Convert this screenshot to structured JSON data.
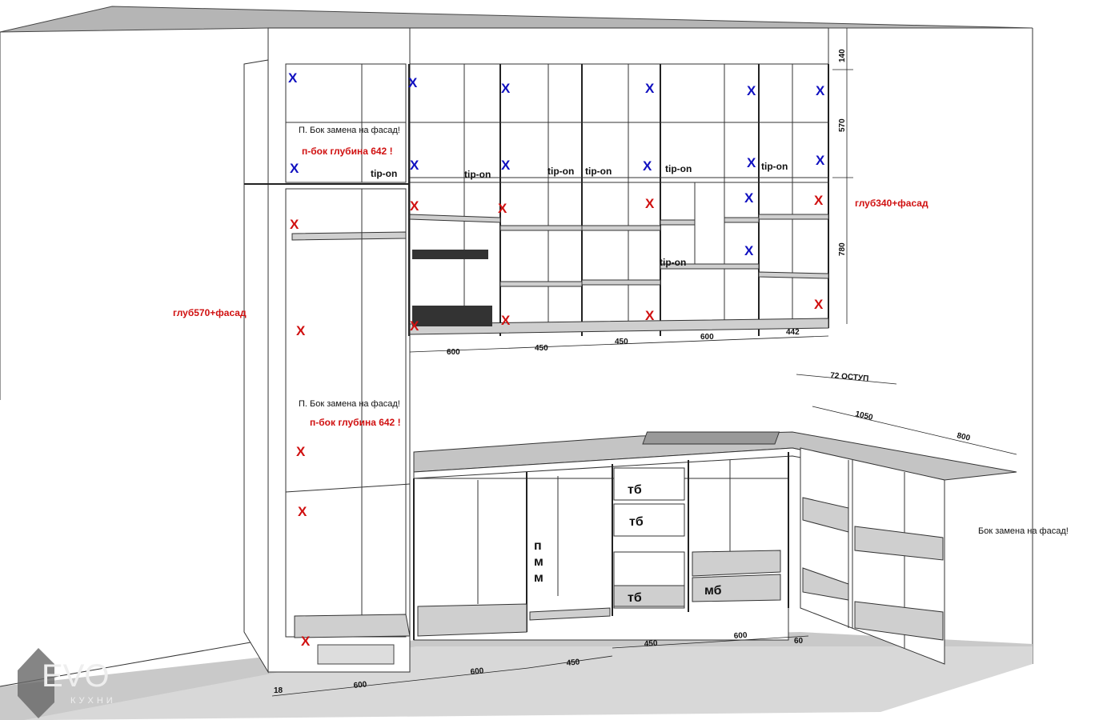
{
  "colors": {
    "blue_marker": "#1010c0",
    "red_marker": "#d01010",
    "surface": "#cfcfcf"
  },
  "markers": {
    "blue": "X",
    "red": "X"
  },
  "logo": {
    "brand": "EVO",
    "subtitle": "КУХНИ"
  },
  "labels": {
    "tip_on": "tip-on",
    "side_replace_facade": "П. Бок замена на фасад!",
    "side_depth_642": "п-бок глубина 642 !",
    "depth_570": "глуб570+фасад",
    "depth_340": "глуб340+фасад",
    "side_replace_right": "Бок замена на фасад!",
    "tb": "тб",
    "mb": "мб",
    "pmm": [
      "п",
      "м",
      "м"
    ]
  },
  "dimensions": {
    "vertical": [
      "140",
      "570",
      "780"
    ],
    "upper": [
      "600",
      "450",
      "450",
      "600",
      "442"
    ],
    "offset": "72 ОСТУП",
    "counter_right": [
      "1050",
      "800"
    ],
    "base_front": [
      "18",
      "600",
      "600",
      "450"
    ],
    "base_back": [
      "450",
      "600",
      "60"
    ]
  }
}
